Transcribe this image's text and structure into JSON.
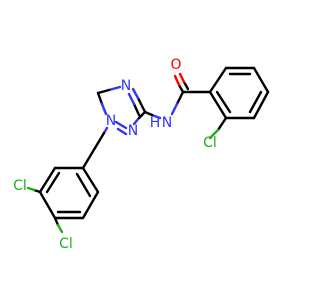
{
  "molecule": {
    "atom_labels": {
      "oxygen": "O",
      "amide_nitrogen": "N",
      "amide_hydrogen": "H",
      "triazole_n1": "N",
      "triazole_n2": "N",
      "triazole_n4": "N",
      "chlorine_benzamide": "Cl",
      "chlorine_meta": "Cl",
      "chlorine_para": "Cl"
    },
    "colors": {
      "carbon_bond": "#000000",
      "nitrogen": "#3333ff",
      "oxygen": "#ff0000",
      "chlorine": "#1fae1f",
      "background": "#ffffff"
    }
  }
}
